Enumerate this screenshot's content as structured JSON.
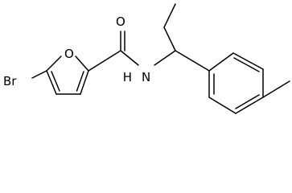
{
  "molecule": {
    "atoms": {
      "bromine": "Br",
      "ring_oxygen": "O",
      "carbonyl_oxygen": "O",
      "amide_nitrogen": "N",
      "amide_hydrogen": "H"
    },
    "colors": {
      "bond": "#000000",
      "label": "#000000",
      "background": "#ffffff"
    }
  }
}
